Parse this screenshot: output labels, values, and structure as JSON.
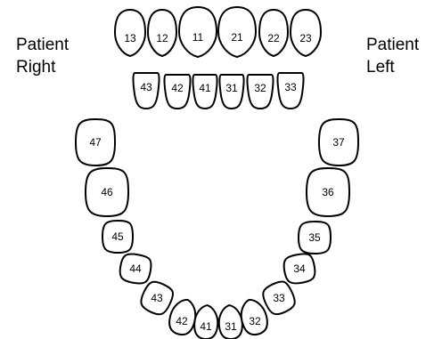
{
  "labels": {
    "patient_right_line1": "Patient",
    "patient_right_line2": "Right",
    "patient_left_line1": "Patient",
    "patient_left_line2": "Left"
  },
  "upper_row_1": [
    "13",
    "12",
    "11",
    "21",
    "22",
    "23"
  ],
  "upper_row_2": [
    "43",
    "42",
    "41",
    "31",
    "32",
    "33"
  ],
  "arch": [
    "47",
    "46",
    "45",
    "44",
    "43",
    "42",
    "41",
    "31",
    "32",
    "33",
    "34",
    "35",
    "36",
    "37"
  ]
}
